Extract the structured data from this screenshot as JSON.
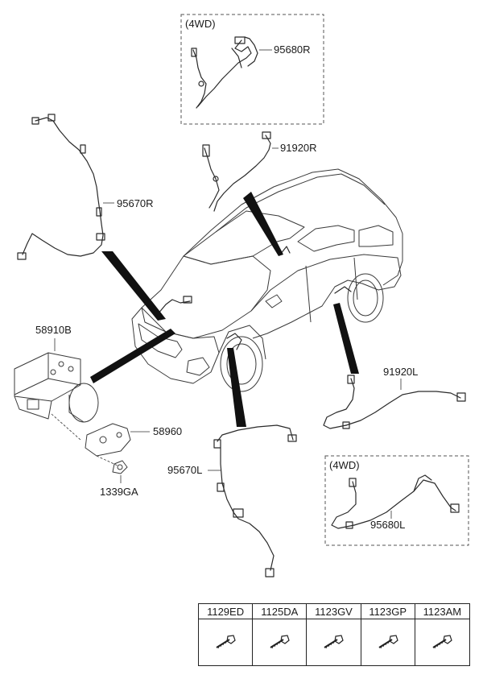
{
  "parts": {
    "wheel_sensor_rr_4wd": "95680R",
    "wheel_sensor_rl_4wd": "95680L",
    "cable_rr": "91920R",
    "cable_rl": "91920L",
    "sensor_fr": "95670R",
    "sensor_fl": "95670L",
    "hecu": "58910B",
    "bracket": "58960",
    "nut": "1339GA"
  },
  "boxes": {
    "upper_tag": "(4WD)",
    "lower_tag": "(4WD)"
  },
  "fasteners": {
    "headers": [
      "1129ED",
      "1125DA",
      "1123GV",
      "1123GP",
      "1123AM"
    ]
  }
}
